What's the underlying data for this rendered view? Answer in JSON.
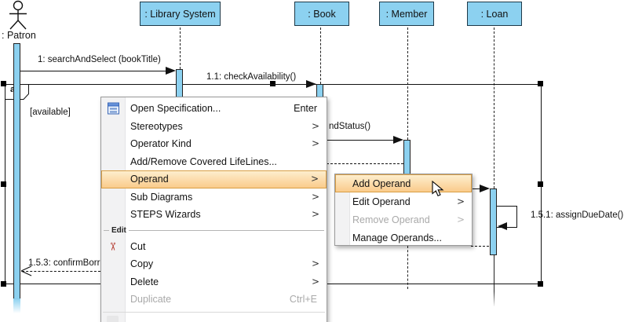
{
  "diagram": {
    "actors": {
      "patron": ": Patron"
    },
    "lifelines": {
      "library": ": Library System",
      "book": ": Book",
      "member": ": Member",
      "loan": ": Loan"
    },
    "fragment": {
      "operator": "alt",
      "guard": "[available]"
    },
    "messages": {
      "m1": "1: searchAndSelect (bookTitle)",
      "m1_1": "1.1: checkAvailability()",
      "m_partial_status": "ndStatus()",
      "m1_5_1": "1.5.1: assignDueDate()",
      "m1_5_3": "1.5.3: confirmBorr"
    }
  },
  "context_menu": {
    "group_label": "Edit",
    "submenu_arrow": ">",
    "items": [
      {
        "label": "Open Specification...",
        "shortcut": "Enter"
      },
      {
        "label": "Stereotypes"
      },
      {
        "label": "Operator Kind"
      },
      {
        "label": "Add/Remove Covered LifeLines..."
      },
      {
        "label": "Operand"
      },
      {
        "label": "Sub Diagrams"
      },
      {
        "label": "STEPS Wizards"
      },
      {
        "label": "Cut"
      },
      {
        "label": "Copy"
      },
      {
        "label": "Delete"
      },
      {
        "label": "Duplicate",
        "shortcut": "Ctrl+E"
      }
    ]
  },
  "submenu": {
    "items": [
      {
        "label": "Add Operand"
      },
      {
        "label": "Edit Operand"
      },
      {
        "label": "Remove Operand"
      },
      {
        "label": "Manage Operands..."
      }
    ]
  },
  "colors": {
    "lifeline_fill": "#8CD1F0",
    "lifeline_border": "#1E3948",
    "highlight_top": "#FDEECE",
    "highlight_bottom": "#FACB8B",
    "highlight_border": "#D89E45"
  }
}
